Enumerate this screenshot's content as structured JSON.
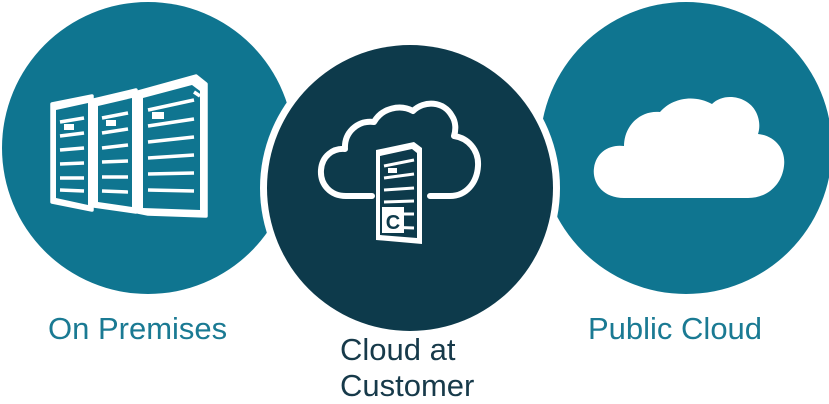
{
  "items": [
    {
      "label": "On Premises",
      "icon": "server-rack-icon",
      "color": "#0f7590"
    },
    {
      "label": "Cloud at Customer",
      "label_line1": "Cloud at",
      "label_line2": "Customer",
      "icon": "cloud-server-icon",
      "server_letter": "C",
      "color": "#0d3a4b"
    },
    {
      "label": "Public Cloud",
      "icon": "cloud-icon",
      "color": "#0f7590"
    }
  ]
}
